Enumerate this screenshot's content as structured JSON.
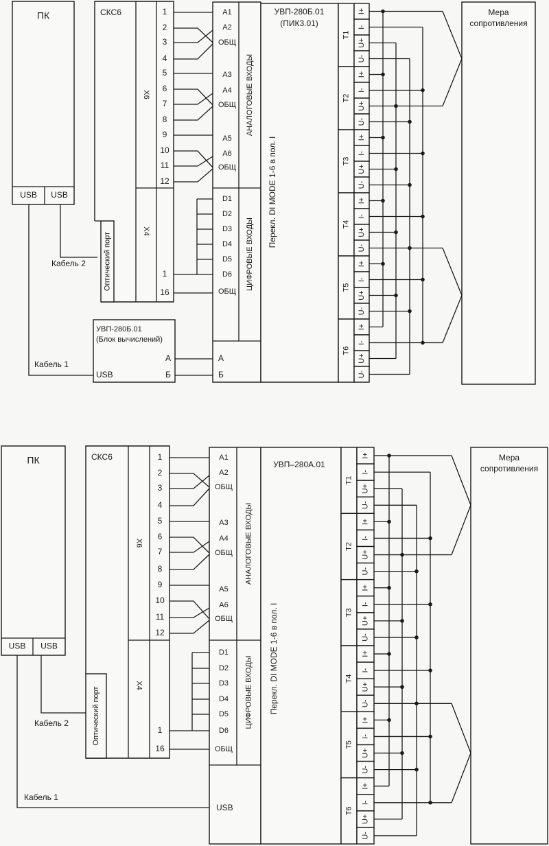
{
  "diagrams": [
    {
      "pc_label": "ПК",
      "usb_ports": [
        "USB",
        "USB"
      ],
      "connector_label": "СКС6",
      "x6_label": "Х6",
      "x4_label": "Х4",
      "optical_port": "Оптический порт",
      "x6_pins": [
        "1",
        "2",
        "3",
        "4",
        "5",
        "6",
        "7",
        "8",
        "9",
        "10",
        "11",
        "12"
      ],
      "x4_pins": [
        "1",
        "16"
      ],
      "analog_inputs": [
        "A1",
        "A2",
        "ОБЩ",
        "A3",
        "A4",
        "ОБЩ",
        "A5",
        "A6",
        "ОБЩ"
      ],
      "analog_title": "АНАЛОГОВЫЕ  ВХОДЫ",
      "digital_inputs": [
        "D1",
        "D2",
        "D3",
        "D4",
        "D5",
        "D6",
        "ОБЩ"
      ],
      "digital_title": "ЦИФРОВЫЕ  ВХОДЫ",
      "device_title": [
        "УВП-280Б.01",
        "(ПИК3.01)"
      ],
      "switch_note": "Перекл. DI MODE 1-6 в пол. I",
      "channels": [
        "T1",
        "T2",
        "T3",
        "T4",
        "T5",
        "T6"
      ],
      "terminal_labels": [
        "I+",
        "I-",
        "U+",
        "U-"
      ],
      "resistance_title": [
        "Мера",
        "сопротивления"
      ],
      "cable1": "Кабель 1",
      "cable2": "Кабель 2",
      "calc_unit": {
        "title": "УВП-280Б.01",
        "subtitle": "(Блок вычислений)",
        "usb": "USB",
        "port_a": "А",
        "port_b": "Б"
      },
      "module_ports": [
        "А",
        "Б"
      ]
    },
    {
      "pc_label": "ПК",
      "usb_ports": [
        "USB",
        "USB"
      ],
      "connector_label": "СКС6",
      "x6_label": "Х6",
      "x4_label": "Х4",
      "optical_port": "Оптический порт",
      "x6_pins": [
        "1",
        "2",
        "3",
        "4",
        "5",
        "6",
        "7",
        "8",
        "9",
        "10",
        "11",
        "12"
      ],
      "x4_pins": [
        "1",
        "16"
      ],
      "analog_inputs": [
        "A1",
        "A2",
        "ОБЩ",
        "A3",
        "A4",
        "ОБЩ",
        "A5",
        "A6",
        "ОБЩ"
      ],
      "analog_title": "АНАЛОГОВЫЕ  ВХОДЫ",
      "digital_inputs": [
        "D1",
        "D2",
        "D3",
        "D4",
        "D5",
        "D6",
        "ОБЩ"
      ],
      "digital_title": "ЦИФРОВЫЕ  ВХОДЫ",
      "device_title": [
        "УВП–280А.01"
      ],
      "switch_note": "Перекл. DI MODE 1-6 в пол. I",
      "channels": [
        "T1",
        "T2",
        "T3",
        "T4",
        "T5",
        "T6"
      ],
      "terminal_labels": [
        "I+",
        "I-",
        "U+",
        "U-"
      ],
      "resistance_title": [
        "Мера",
        "сопротивления"
      ],
      "cable1": "Кабель 1",
      "cable2": "Кабель 2",
      "module_usb": "USB"
    }
  ]
}
